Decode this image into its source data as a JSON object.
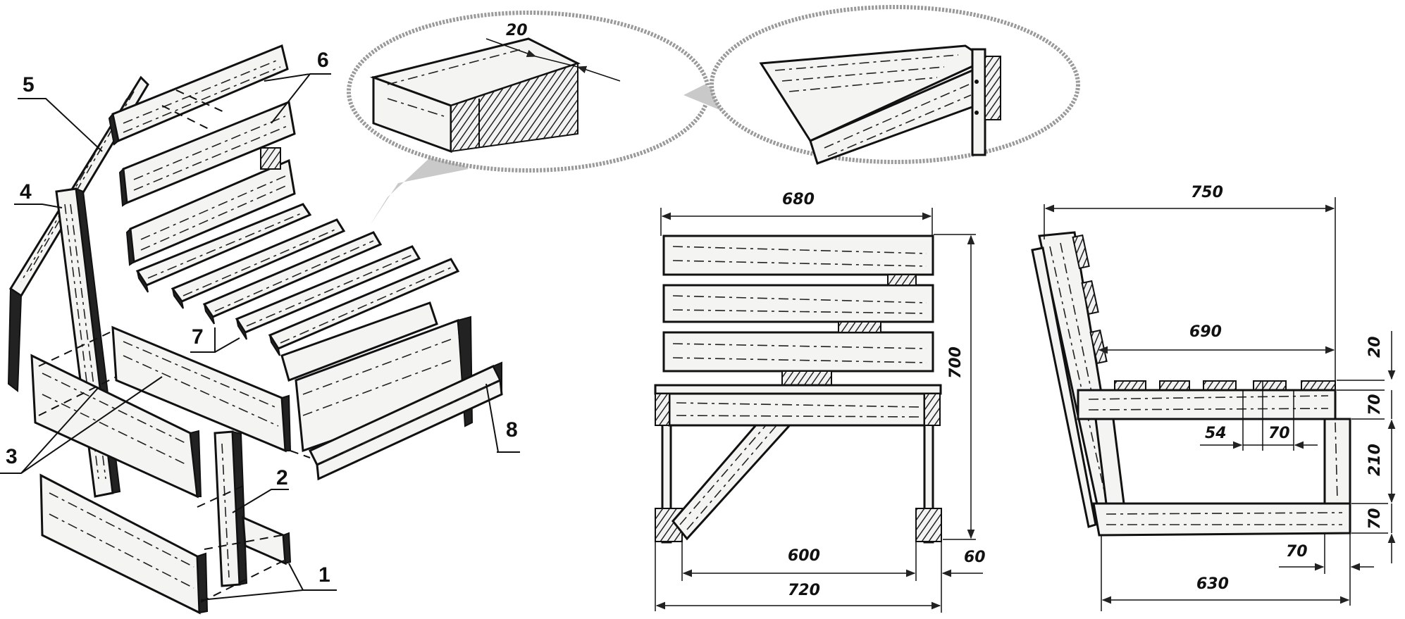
{
  "figure": {
    "subject": "Wooden garden chair construction drawing",
    "exploded_view": {
      "part_labels": [
        {
          "id": "1",
          "label": "1"
        },
        {
          "id": "2",
          "label": "2"
        },
        {
          "id": "3",
          "label": "3"
        },
        {
          "id": "4",
          "label": "4"
        },
        {
          "id": "5",
          "label": "5"
        },
        {
          "id": "6",
          "label": "6"
        },
        {
          "id": "7",
          "label": "7"
        },
        {
          "id": "8",
          "label": "8"
        }
      ]
    },
    "detail_callouts": [
      {
        "name": "board-end-notch-detail",
        "dimension": "20"
      },
      {
        "name": "corner-joint-detail"
      }
    ],
    "front_view": {
      "dimensions": {
        "top_width": "680",
        "height": "700",
        "inner_leg_span": "600",
        "leg_width": "60",
        "overall_width": "720"
      }
    },
    "side_view": {
      "dimensions": {
        "overall_depth": "750",
        "seat_depth": "690",
        "slat_offset_top": "20",
        "seat_rail_height": "70",
        "slat_gap": "54",
        "slat_width": "70",
        "leg_gap_height": "210",
        "bottom_rail_height": "70",
        "leg_width": "70",
        "base_depth": "630"
      }
    }
  }
}
